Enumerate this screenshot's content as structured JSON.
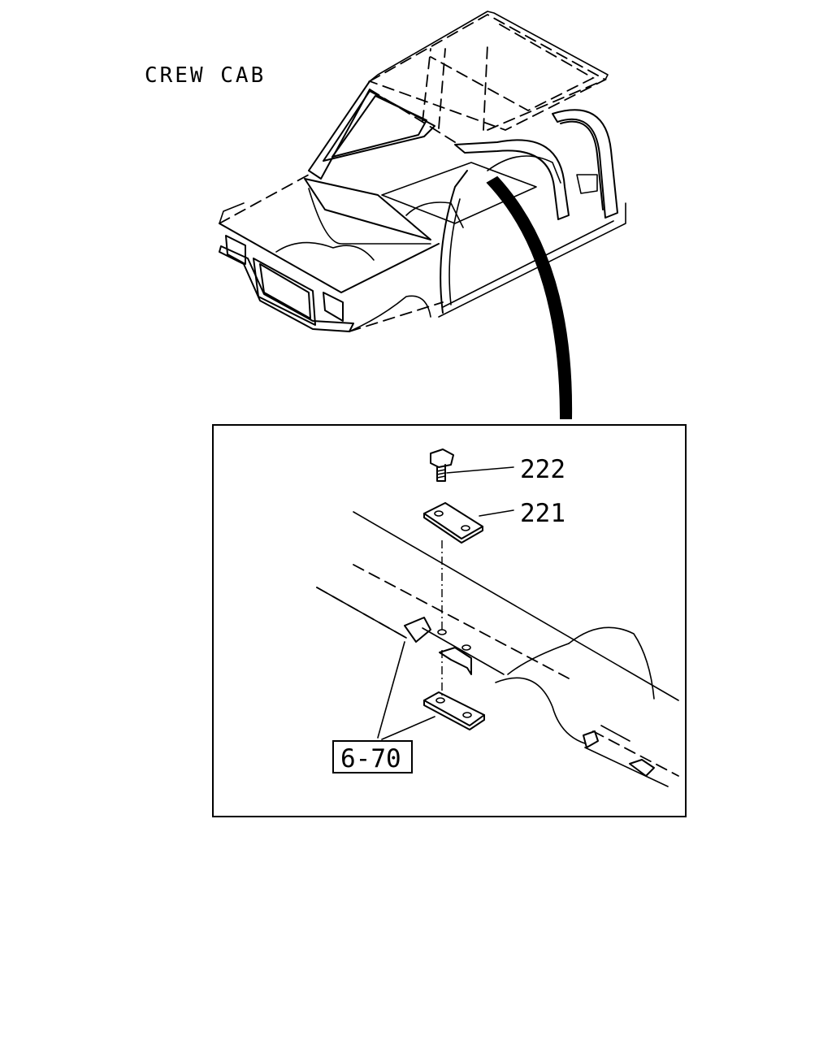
{
  "diagram": {
    "title": "CREW CAB",
    "callouts": [
      {
        "id": "222",
        "text": "222"
      },
      {
        "id": "221",
        "text": "221"
      },
      {
        "id": "6-70",
        "text": "6-70"
      }
    ]
  }
}
